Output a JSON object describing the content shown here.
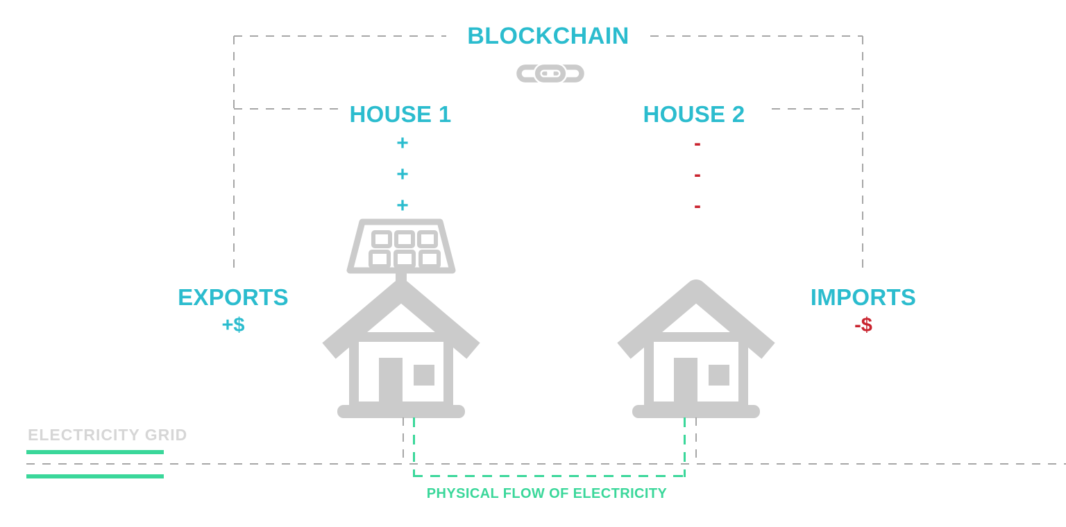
{
  "title": "BLOCKCHAIN",
  "houses": [
    {
      "label": "HOUSE 1",
      "marks": [
        "+",
        "+",
        "+"
      ]
    },
    {
      "label": "HOUSE 2",
      "marks": [
        "-",
        "-",
        "-"
      ]
    }
  ],
  "exports": {
    "label": "EXPORTS",
    "value": "+$"
  },
  "imports": {
    "label": "IMPORTS",
    "value": "-$"
  },
  "electricity_grid_label": "ELECTRICITY GRID",
  "physical_flow_label": "PHYSICAL FLOW OF ELECTRICITY",
  "icons": {
    "blockchain": "chain-link-icon",
    "house1": "house-with-solar-panel-icon",
    "house2": "house-icon"
  },
  "colors": {
    "cyan": "#2BBCCE",
    "mint": "#3AD79A",
    "red": "#C9232E",
    "icon_gray": "#CBCBCB",
    "dash_gray": "#A6A6A6",
    "grid_label_gray": "#D6D6D6"
  }
}
